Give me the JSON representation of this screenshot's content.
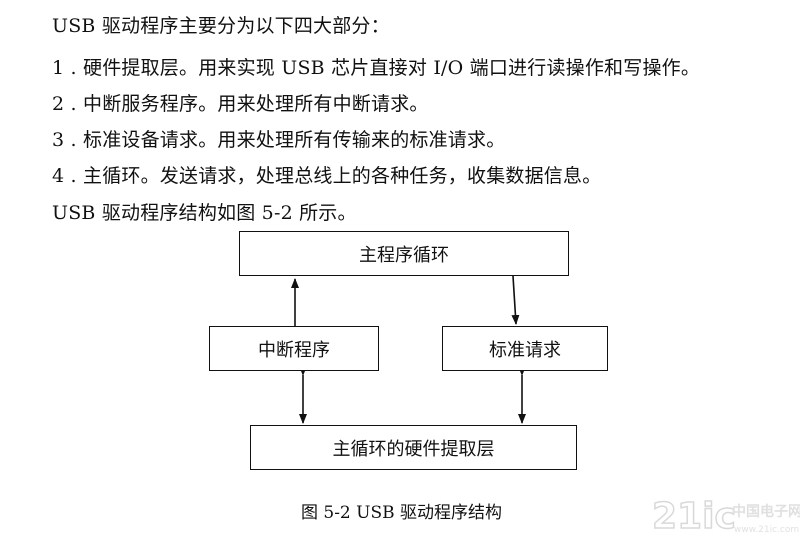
{
  "paragraphs": [
    "USB 驱动程序主要分为以下四大部分：",
    "1 . 硬件提取层。用来实现 USB 芯片直接对 I/O 端口进行读操作和写操作。",
    "2 . 中断服务程序。用来处理所有中断请求。",
    "3 . 标准设备请求。用来处理所有传输来的标准请求。",
    "4 . 主循环。发送请求，处理总线上的各种任务，收集数据信息。",
    "USB 驱动程序结构如图 5-2 所示。"
  ],
  "diagram": {
    "main_loop": "主程序循环",
    "interrupt_program": "中断程序",
    "standard_request": "标准请求",
    "hardware_layer": "主循环的硬件提取层"
  },
  "caption": "图 5-2 USB 驱动程序结构",
  "watermark": {
    "text_main": "21ic",
    "text_cn": "中国电子网",
    "text_url": "www.21ic.com"
  }
}
